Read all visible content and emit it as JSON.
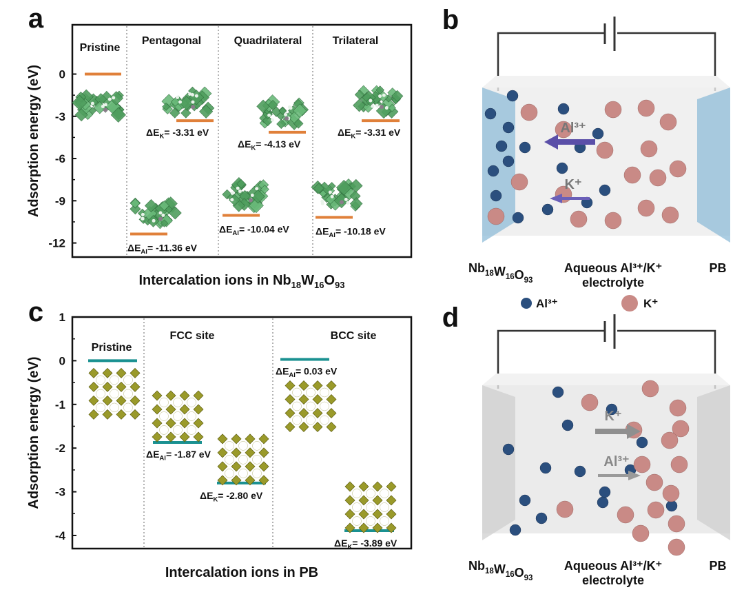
{
  "panel_letters": [
    "a",
    "b",
    "c",
    "d"
  ],
  "chart_data": [
    {
      "type": "scatter",
      "panel": "a",
      "title": "",
      "xlabel": {
        "text": "Intercalation ions in ",
        "formula": [
          [
            "Nb",
            ""
          ],
          [
            "18",
            "sub"
          ],
          [
            "W",
            ""
          ],
          [
            "16",
            "sub"
          ],
          [
            "O",
            ""
          ],
          [
            "93",
            "sub"
          ]
        ]
      },
      "ylabel": "Adsorption energy (eV)",
      "ylim": [
        -13,
        3.5
      ],
      "yticks": [
        0,
        -3,
        -6,
        -9,
        -12
      ],
      "grid": false,
      "line_color": "#e0803a",
      "sections": [
        {
          "label": "Pristine",
          "levels": [
            {
              "value": 0,
              "text": ""
            }
          ]
        },
        {
          "label": "Pentagonal",
          "levels": [
            {
              "ion": "K",
              "value": -3.31,
              "text": "ΔE_K= -3.31 eV"
            },
            {
              "ion": "Al",
              "value": -11.36,
              "text": "ΔE_Al= -11.36 eV"
            }
          ]
        },
        {
          "label": "Quadrilateral",
          "levels": [
            {
              "ion": "K",
              "value": -4.13,
              "text": "ΔE_K= -4.13 eV"
            },
            {
              "ion": "Al",
              "value": -10.04,
              "text": "ΔE_Al= -10.04 eV"
            }
          ]
        },
        {
          "label": "Trilateral",
          "levels": [
            {
              "ion": "K",
              "value": -3.31,
              "text": "ΔE_K= -3.31 eV"
            },
            {
              "ion": "Al",
              "value": -10.18,
              "text": "ΔE_Al= -10.18 eV"
            }
          ]
        }
      ]
    },
    {
      "type": "scatter",
      "panel": "c",
      "title": "",
      "xlabel": {
        "text": "Intercalation ions in PB",
        "formula": []
      },
      "ylabel": "Adsorption energy (eV)",
      "ylim": [
        -4.3,
        1
      ],
      "yticks": [
        1,
        0,
        -1,
        -2,
        -3,
        -4
      ],
      "grid": false,
      "line_color": "#1a9191",
      "sections": [
        {
          "label": "Pristine",
          "levels": [
            {
              "value": 0,
              "text": ""
            }
          ]
        },
        {
          "label": "FCC site",
          "levels": [
            {
              "ion": "Al",
              "value": -1.87,
              "text": "ΔE_Al= -1.87 eV"
            },
            {
              "ion": "K",
              "value": -2.8,
              "text": "ΔE_K= -2.80 eV"
            }
          ]
        },
        {
          "label": "BCC site",
          "levels": [
            {
              "ion": "Al",
              "value": 0.03,
              "text": "ΔE_Al= 0.03 eV"
            },
            {
              "ion": "K",
              "value": -3.89,
              "text": "ΔE_K= -3.89 eV"
            }
          ]
        }
      ]
    }
  ],
  "schematics": [
    {
      "panel": "b",
      "left_label": [
        [
          "Nb",
          ""
        ],
        [
          "18",
          "sub"
        ],
        [
          "W",
          ""
        ],
        [
          "16",
          "sub"
        ],
        [
          "O",
          ""
        ],
        [
          "93",
          "sub"
        ]
      ],
      "middle_label": "Aqueous Al³⁺/K⁺",
      "middle_label2": "electrolyte",
      "right_label": "PB",
      "arrows": [
        {
          "label": "Al³⁺",
          "direction": "left"
        },
        {
          "label": "K⁺",
          "direction": "left"
        }
      ],
      "legend": [
        {
          "label": "Al³⁺",
          "color": "#2b4f7e"
        },
        {
          "label": "K⁺",
          "color": "#c98a86"
        }
      ],
      "electrode_color": "#8fbcd8"
    },
    {
      "panel": "d",
      "left_label": [
        [
          "Nb",
          ""
        ],
        [
          "18",
          "sub"
        ],
        [
          "W",
          ""
        ],
        [
          "16",
          "sub"
        ],
        [
          "O",
          ""
        ],
        [
          "93",
          "sub"
        ]
      ],
      "middle_label": "Aqueous Al³⁺/K⁺",
      "middle_label2": "electrolyte",
      "right_label": "PB",
      "arrows": [
        {
          "label": "K⁺",
          "direction": "right"
        },
        {
          "label": "Al³⁺",
          "direction": "right"
        }
      ],
      "legend": [
        {
          "label": "Al³⁺",
          "color": "#2b4f7e"
        },
        {
          "label": "K⁺",
          "color": "#c98a86"
        }
      ],
      "electrode_color": "#cfcfcf"
    }
  ]
}
